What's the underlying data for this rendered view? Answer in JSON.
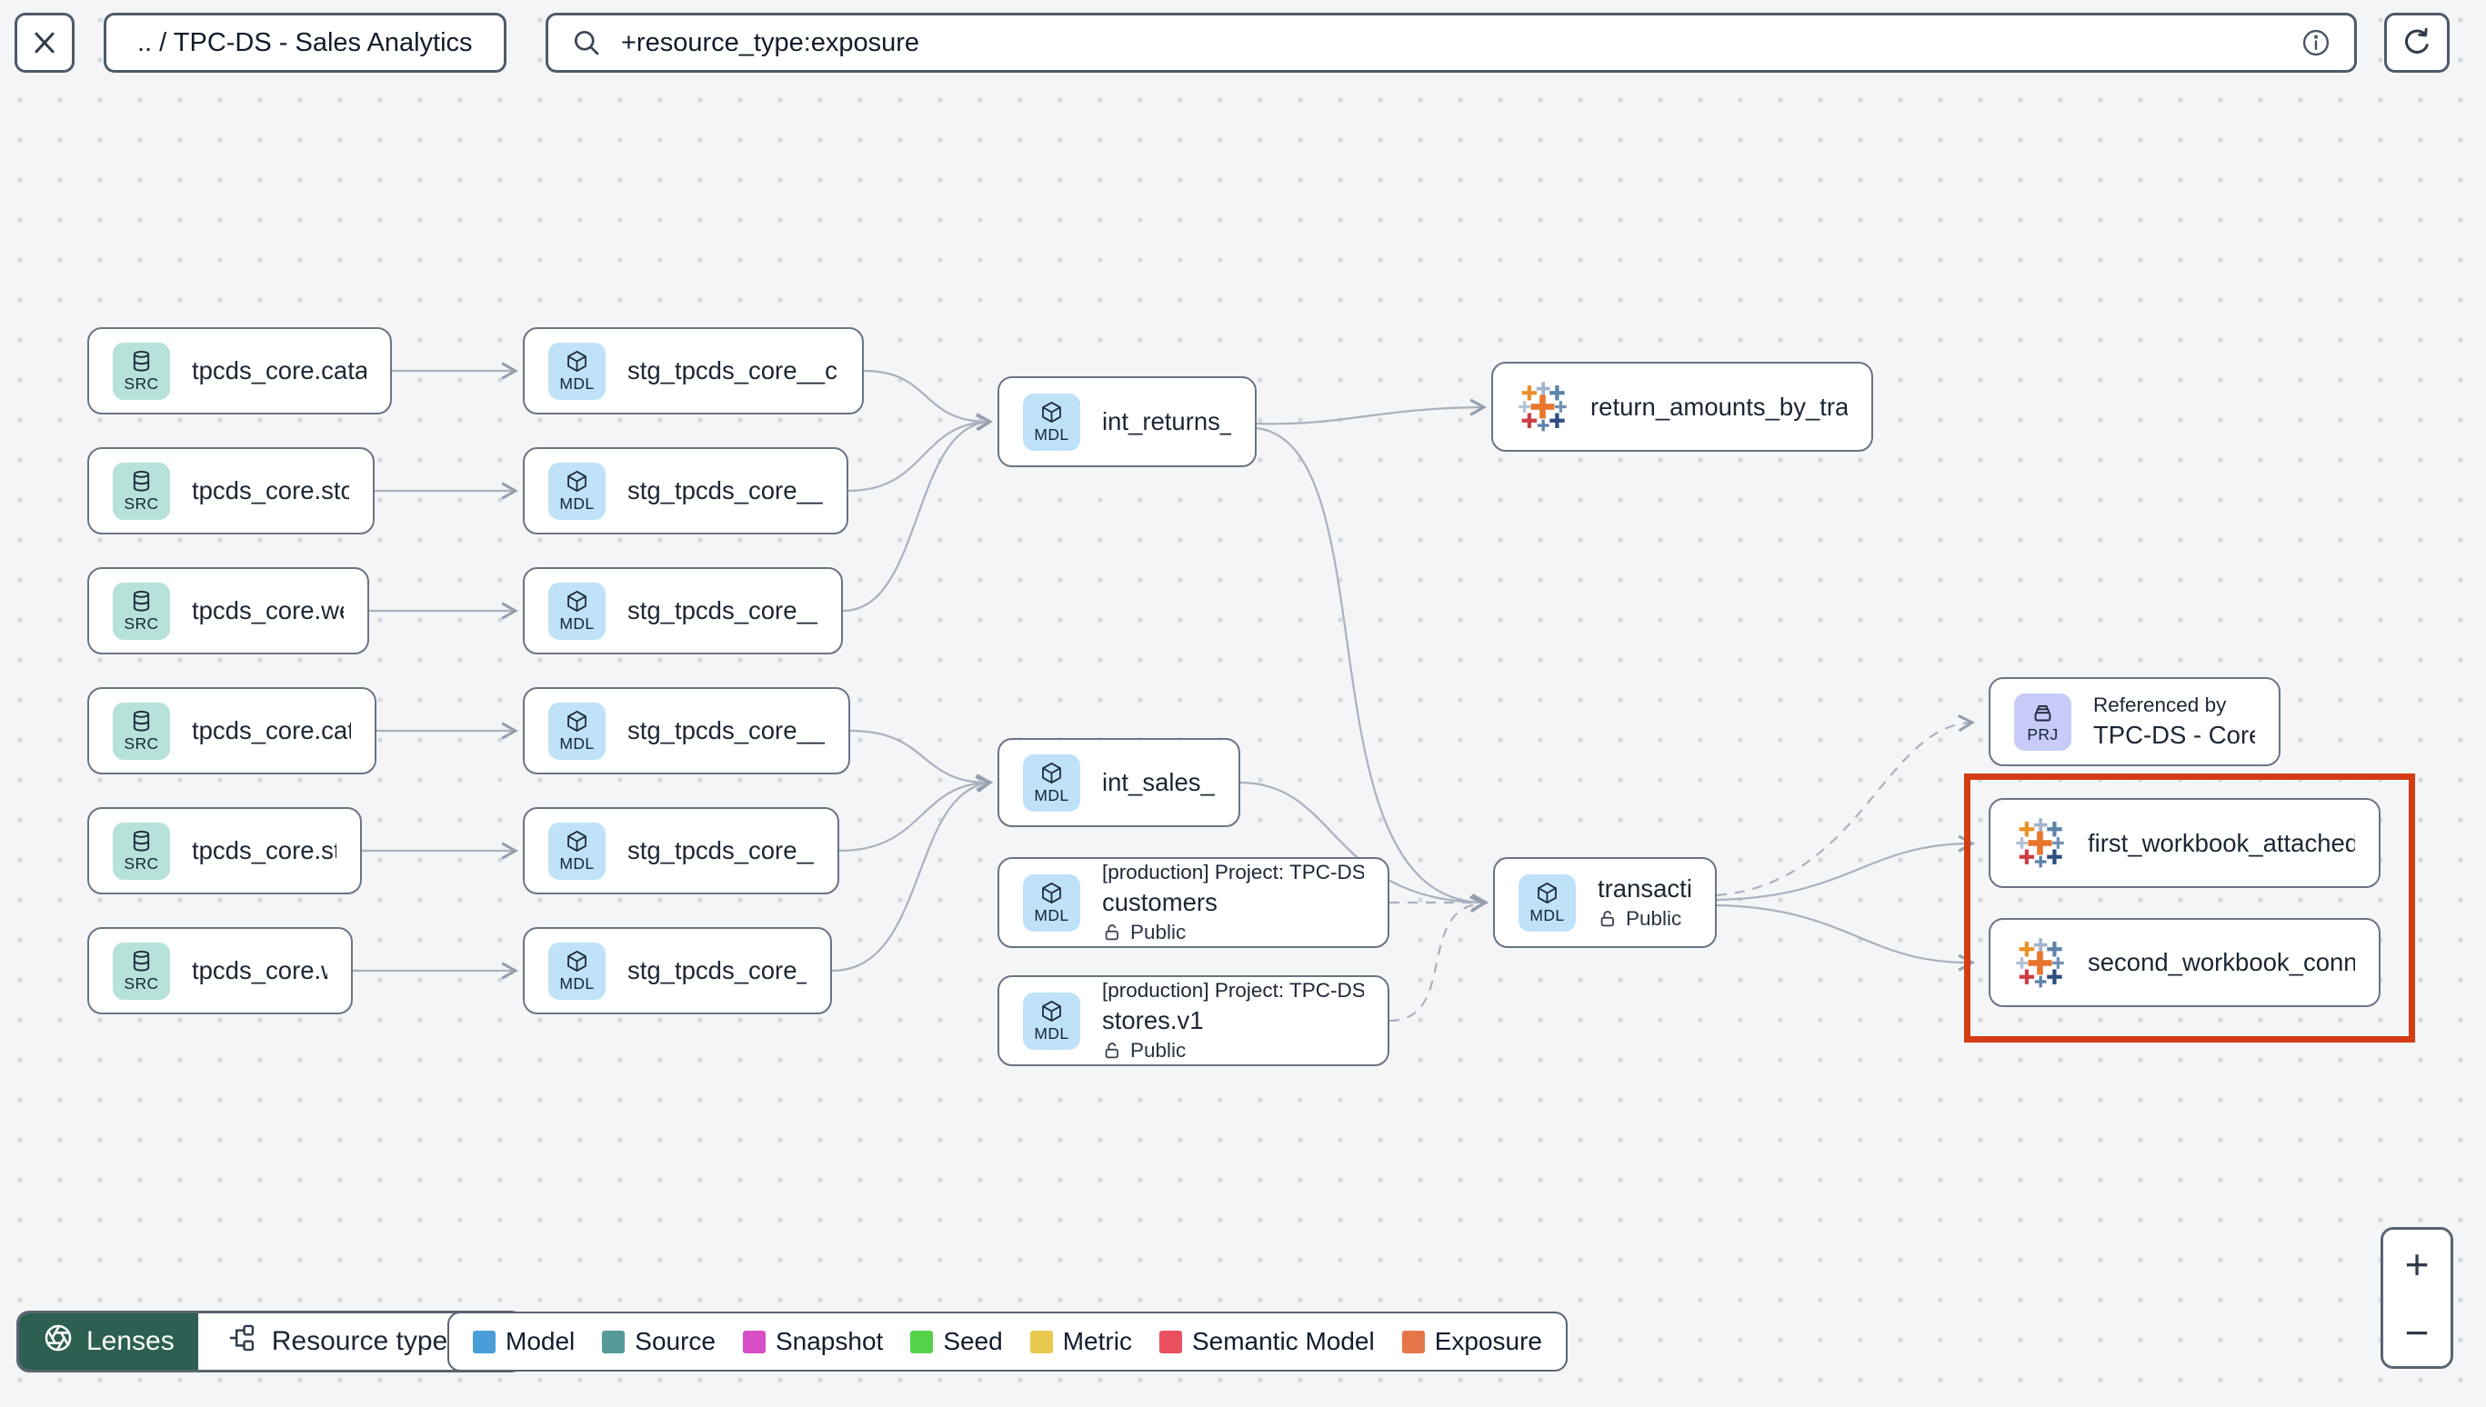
{
  "topbar": {
    "breadcrumb": ".. / TPC-DS - Sales Analytics",
    "search_value": "+resource_type:exposure"
  },
  "graph": {
    "nodes": [
      {
        "id": "src_catalog_returns",
        "kind": "source",
        "badge": "SRC",
        "label": "tpcds_core.catalog_returns"
      },
      {
        "id": "src_store_returns",
        "kind": "source",
        "badge": "SRC",
        "label": "tpcds_core.store_returns"
      },
      {
        "id": "src_web_returns",
        "kind": "source",
        "badge": "SRC",
        "label": "tpcds_core.web_returns"
      },
      {
        "id": "src_catalog_sales",
        "kind": "source",
        "badge": "SRC",
        "label": "tpcds_core.catalog_sales"
      },
      {
        "id": "src_store_sales",
        "kind": "source",
        "badge": "SRC",
        "label": "tpcds_core.store_sales"
      },
      {
        "id": "src_web_sales",
        "kind": "source",
        "badge": "SRC",
        "label": "tpcds_core.web_sales"
      },
      {
        "id": "stg_catalog_returns",
        "kind": "model",
        "badge": "MDL",
        "label": "stg_tpcds_core__catalog_returns"
      },
      {
        "id": "stg_store_returns",
        "kind": "model",
        "badge": "MDL",
        "label": "stg_tpcds_core__store_returns"
      },
      {
        "id": "stg_web_returns",
        "kind": "model",
        "badge": "MDL",
        "label": "stg_tpcds_core__web_returns"
      },
      {
        "id": "stg_catalog_sales",
        "kind": "model",
        "badge": "MDL",
        "label": "stg_tpcds_core__catalog_sales"
      },
      {
        "id": "stg_store_sales",
        "kind": "model",
        "badge": "MDL",
        "label": "stg_tpcds_core__store_sales"
      },
      {
        "id": "stg_web_sales",
        "kind": "model",
        "badge": "MDL",
        "label": "stg_tpcds_core__web_sales"
      },
      {
        "id": "int_returns",
        "kind": "model",
        "badge": "MDL",
        "label": "int_returns__unioned"
      },
      {
        "id": "int_sales",
        "kind": "model",
        "badge": "MDL",
        "label": "int_sales__unioned"
      },
      {
        "id": "exp_returns",
        "kind": "exposure",
        "label": "return_amounts_by_transaction_type"
      },
      {
        "id": "customers",
        "kind": "model",
        "badge": "MDL",
        "super": "[production] Project: TPC-DS - Core Data Mo…",
        "label": "customers",
        "sub": "Public"
      },
      {
        "id": "stores",
        "kind": "model",
        "badge": "MDL",
        "super": "[production] Project: TPC-DS - Core Data Mo…",
        "label": "stores.v1",
        "sub": "Public"
      },
      {
        "id": "transactions",
        "kind": "model",
        "badge": "MDL",
        "label": "transactions",
        "sub": "Public"
      },
      {
        "id": "prj",
        "kind": "project",
        "badge": "PRJ",
        "super": "Referenced by",
        "label": "TPC-DS - Core Data Models"
      },
      {
        "id": "wb1",
        "kind": "exposure",
        "label": "first_workbook_attached_to_tpc-ds_-_…"
      },
      {
        "id": "wb2",
        "kind": "exposure",
        "label": "second_workbook_connected_to_live…"
      }
    ],
    "edges": [
      {
        "from": "src_catalog_returns",
        "to": "stg_catalog_returns",
        "style": "solid"
      },
      {
        "from": "src_store_returns",
        "to": "stg_store_returns",
        "style": "solid"
      },
      {
        "from": "src_web_returns",
        "to": "stg_web_returns",
        "style": "solid"
      },
      {
        "from": "src_catalog_sales",
        "to": "stg_catalog_sales",
        "style": "solid"
      },
      {
        "from": "src_store_sales",
        "to": "stg_store_sales",
        "style": "solid"
      },
      {
        "from": "src_web_sales",
        "to": "stg_web_sales",
        "style": "solid"
      },
      {
        "from": "stg_catalog_returns",
        "to": "int_returns",
        "style": "solid"
      },
      {
        "from": "stg_store_returns",
        "to": "int_returns",
        "style": "solid"
      },
      {
        "from": "stg_web_returns",
        "to": "int_returns",
        "style": "solid"
      },
      {
        "from": "int_returns",
        "to": "exp_returns",
        "style": "solid"
      },
      {
        "from": "int_returns",
        "to": "transactions",
        "style": "solid"
      },
      {
        "from": "stg_catalog_sales",
        "to": "int_sales",
        "style": "solid"
      },
      {
        "from": "stg_store_sales",
        "to": "int_sales",
        "style": "solid"
      },
      {
        "from": "stg_web_sales",
        "to": "int_sales",
        "style": "solid"
      },
      {
        "from": "int_sales",
        "to": "transactions",
        "style": "solid"
      },
      {
        "from": "customers",
        "to": "transactions",
        "style": "dashed"
      },
      {
        "from": "stores",
        "to": "transactions",
        "style": "dashed"
      },
      {
        "from": "transactions",
        "to": "prj",
        "style": "dashed"
      },
      {
        "from": "transactions",
        "to": "wb1",
        "style": "solid"
      },
      {
        "from": "transactions",
        "to": "wb2",
        "style": "solid"
      }
    ]
  },
  "bottombar": {
    "lenses_label": "Lenses",
    "resource_type_label": "Resource type",
    "legend": [
      {
        "label": "Model",
        "color": "#4a9ed8"
      },
      {
        "label": "Source",
        "color": "#569a99"
      },
      {
        "label": "Snapshot",
        "color": "#d84fc7"
      },
      {
        "label": "Seed",
        "color": "#55d348"
      },
      {
        "label": "Metric",
        "color": "#e7c94f"
      },
      {
        "label": "Semantic Model",
        "color": "#ea5060"
      },
      {
        "label": "Exposure",
        "color": "#e4764a"
      }
    ]
  },
  "zoom_controls": {
    "zoom_in": "+",
    "zoom_out": "−"
  },
  "colors": {
    "highlight": "#d43d13",
    "lenses_bg": "#2d5f53",
    "src_badge": "#b7e2da",
    "mdl_badge": "#bfe2f8",
    "prj_badge": "#c6cbf8",
    "edge": "#a9b1be"
  }
}
